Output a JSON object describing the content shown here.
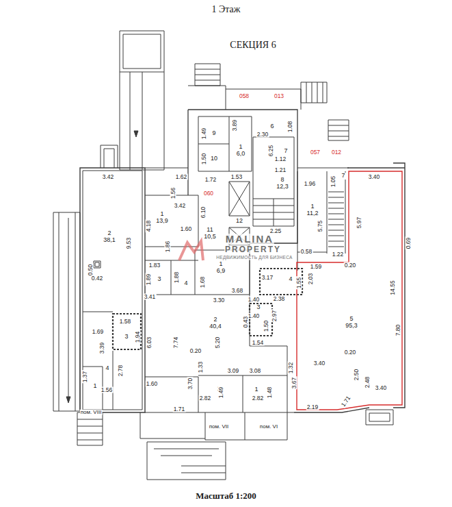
{
  "diagram": {
    "title": "1 Этаж",
    "caption": "Масштаб 1:200",
    "nodes": [
      {
        "text": [
          "9"
        ]
      },
      {
        "text": [
          "10"
        ]
      },
      {
        "text": [
          "1",
          "6,0"
        ]
      },
      {
        "text": [
          "6"
        ]
      },
      {
        "text": [
          "7"
        ]
      },
      {
        "text": [
          "8",
          "12,3"
        ]
      },
      {
        "text": [
          "7"
        ]
      },
      {
        "text": [
          "1",
          "11,2"
        ]
      },
      {
        "text": [
          "1",
          "13,9"
        ]
      },
      {
        "text": [
          "11",
          "10,5"
        ]
      },
      {
        "text": [
          "12"
        ]
      },
      {
        "text": [
          "2",
          "38,1"
        ]
      },
      {
        "text": [
          "3"
        ]
      },
      {
        "text": [
          "4"
        ]
      },
      {
        "text": [
          "1",
          "6,9"
        ]
      },
      {
        "text": [
          "5",
          "95,3"
        ]
      },
      {
        "text": [
          "4"
        ]
      },
      {
        "text": [
          "3"
        ]
      },
      {
        "text": [
          "2",
          "40,4"
        ]
      },
      {
        "text": [
          "3"
        ]
      },
      {
        "text": [
          "4"
        ]
      },
      {
        "text": [
          "1"
        ]
      },
      {
        "text": [
          "1"
        ]
      },
      {
        "text": [
          "1"
        ]
      }
    ],
    "labels": [
      "СЕКЦИЯ 6",
      "058",
      "013",
      "1.49",
      "3.89",
      "2.30",
      "1.08",
      "6.25",
      "1.12",
      "1.50",
      "057",
      "012",
      "1.21",
      "1.96",
      "1.05",
      "3.40",
      "3.42",
      "1.62",
      "1.72",
      "1.53",
      "060",
      "1.56",
      "3.42",
      "6.10",
      "5.75",
      "5.97",
      "2.25",
      "4.18",
      "1.60",
      "9.53",
      "1.86",
      "0.69",
      "0.58",
      "1.22",
      "1.83",
      "1.59",
      "0.20",
      "0.50",
      "0.42",
      "3.17",
      "1.89",
      "1.88",
      "2.03",
      "1.68",
      "1.55",
      "14.55",
      "3.68",
      "3.41",
      "3.30",
      "1.40",
      "2.38",
      "1.40",
      "2.97",
      "1.58",
      "0.43",
      "1.50",
      "1.69",
      "7.80",
      "1.94",
      "6.03",
      "7.74",
      "5.20",
      "1.54",
      "3.39",
      "0.20",
      "0.20",
      "3.40",
      "1.33",
      "3.09",
      "3.08",
      "1.32",
      "2.78",
      "2.50",
      "1.37",
      "3.70",
      "1.60",
      "2.48",
      "3.67",
      "1.56",
      "3.40",
      "1.49",
      "1.48",
      "2.82",
      "2.82",
      "1.71",
      "2.19",
      "1.71",
      "пом. VIII",
      "пом. VII",
      "пом. VI",
      "MALINA",
      "PROPERTY",
      "НЕДВИЖИМОСТЬ ДЛЯ БИЗНЕСА"
    ]
  }
}
